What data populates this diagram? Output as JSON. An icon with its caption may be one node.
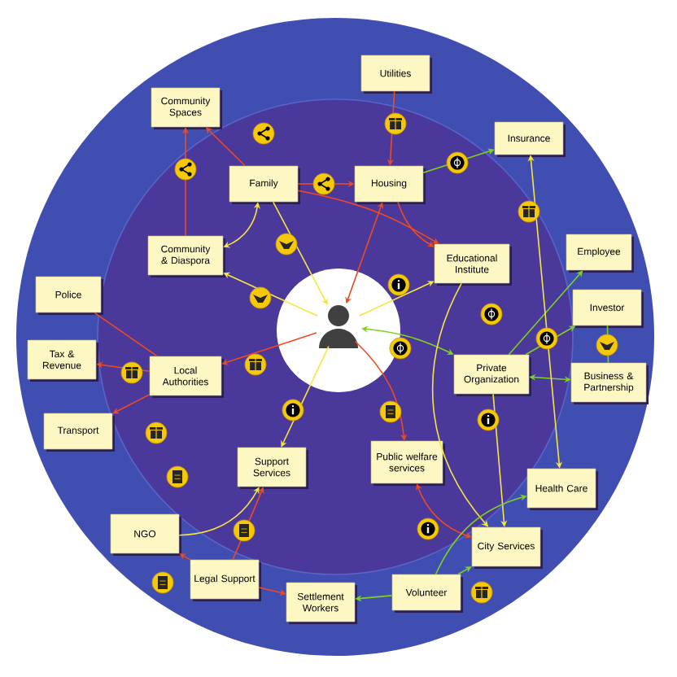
{
  "diagram": {
    "nodes": [
      {
        "text": [
          "Utilities"
        ]
      },
      {
        "text": [
          "Community Spaces"
        ]
      },
      {
        "text": [
          "Insurance"
        ]
      },
      {
        "text": [
          "Family"
        ]
      },
      {
        "text": [
          "Housing"
        ]
      },
      {
        "text": [
          "Community & Diaspora"
        ]
      },
      {
        "text": [
          "Educational Institute"
        ]
      },
      {
        "text": [
          "Employee"
        ]
      },
      {
        "text": [
          "Police"
        ]
      },
      {
        "text": [
          "Investor"
        ]
      },
      {
        "text": [],
        "shape": "person"
      },
      {
        "text": [
          "Tax & Revenue"
        ]
      },
      {
        "text": [
          "Local Authorities"
        ]
      },
      {
        "text": [
          "Private Organization"
        ]
      },
      {
        "text": [
          "Business & Partnership"
        ]
      },
      {
        "text": [
          "Transport"
        ]
      },
      {
        "text": [
          "Support Services"
        ]
      },
      {
        "text": [
          "Public welfare services"
        ]
      },
      {
        "text": [
          "Health Care"
        ]
      },
      {
        "text": [
          "NGO"
        ]
      },
      {
        "text": [
          "Legal Support"
        ]
      },
      {
        "text": [
          "City Services"
        ]
      },
      {
        "text": [
          "Settlement Workers"
        ]
      },
      {
        "text": [
          "Volunteer"
        ]
      }
    ],
    "edges": [
      {
        "from": 0,
        "to": 4,
        "arrow": "to"
      },
      {
        "from": 3,
        "to": 1,
        "arrow": "to"
      },
      {
        "from": 5,
        "to": 1,
        "arrow": "to"
      },
      {
        "from": 5,
        "to": 3,
        "arrow": "both",
        "color": "#f5e642"
      },
      {
        "from": 3,
        "to": 4,
        "arrow": "to"
      },
      {
        "from": 3,
        "to": 10,
        "arrow": "to",
        "color": "#f5e642"
      },
      {
        "from": 10,
        "to": 5,
        "arrow": "to",
        "color": "#f5e642"
      },
      {
        "from": 4,
        "to": 2,
        "arrow": "to",
        "color": "#7ed321"
      },
      {
        "from": 4,
        "to": 6,
        "arrow": "to"
      },
      {
        "from": 3,
        "to": 6,
        "arrow": "to"
      },
      {
        "from": 10,
        "to": 4,
        "arrow": "both"
      },
      {
        "from": 10,
        "to": 6,
        "arrow": "to",
        "color": "#f5e642"
      },
      {
        "from": 13,
        "to": 7,
        "arrow": "to",
        "color": "#7ed321"
      },
      {
        "from": 13,
        "to": 9,
        "arrow": "to",
        "color": "#7ed321"
      },
      {
        "from": 13,
        "to": 14,
        "arrow": "both",
        "color": "#7ed321"
      },
      {
        "from": 18,
        "to": 2,
        "arrow": "both",
        "color": "#f5e642"
      },
      {
        "from": 9,
        "to": 14,
        "arrow": "none",
        "color": "#7ed321"
      },
      {
        "from": 10,
        "to": 13,
        "arrow": "both",
        "color": "#7ed321"
      },
      {
        "from": 13,
        "to": 21,
        "arrow": "to",
        "color": "#f5e642"
      },
      {
        "from": 6,
        "to": 21,
        "arrow": "to",
        "color": "#f5e642"
      },
      {
        "from": 10,
        "to": 12,
        "arrow": "to"
      },
      {
        "from": 12,
        "to": 11,
        "arrow": "to"
      },
      {
        "from": 12,
        "to": 8,
        "arrow": "none"
      },
      {
        "from": 12,
        "to": 15,
        "arrow": "to"
      },
      {
        "from": 10,
        "to": 16,
        "arrow": "to",
        "color": "#f5e642"
      },
      {
        "from": 19,
        "to": 16,
        "arrow": "to",
        "color": "#f5e642"
      },
      {
        "from": 20,
        "to": 16,
        "arrow": "to"
      },
      {
        "from": 20,
        "to": 19,
        "arrow": "to"
      },
      {
        "from": 20,
        "to": 22,
        "arrow": "to"
      },
      {
        "from": 10,
        "to": 17,
        "arrow": "to"
      },
      {
        "from": 17,
        "to": 21,
        "arrow": "both"
      },
      {
        "from": 23,
        "to": 22,
        "arrow": "to",
        "color": "#7ed321"
      },
      {
        "from": 23,
        "to": 21,
        "arrow": "to",
        "color": "#7ed321"
      },
      {
        "from": 23,
        "to": 18,
        "arrow": "to",
        "color": "#7ed321"
      }
    ]
  }
}
